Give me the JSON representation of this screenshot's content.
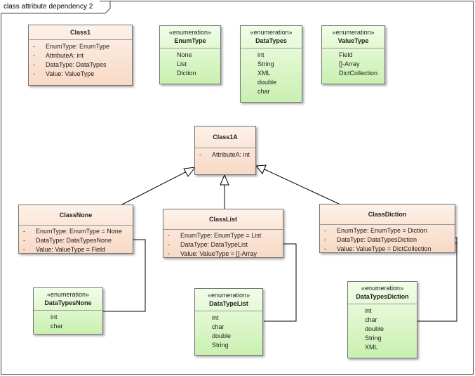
{
  "frame": {
    "title": "class attribute dependency 2"
  },
  "classes": {
    "class1": {
      "name": "Class1",
      "attributes": [
        {
          "vis": "-",
          "text": "EnumType: EnumType"
        },
        {
          "vis": "-",
          "text": "AttributeA: int"
        },
        {
          "vis": "-",
          "text": "DataType: DataTypes"
        },
        {
          "vis": "-",
          "text": "Value: ValueType"
        }
      ]
    },
    "class1a": {
      "name": "Class1A",
      "attributes": [
        {
          "vis": "-",
          "text": "AttributeA: int"
        }
      ]
    },
    "classnone": {
      "name": "ClassNone",
      "attributes": [
        {
          "vis": "-",
          "text": "EnumType: EnumType = None"
        },
        {
          "vis": "-",
          "text": "DataType: DataTypesNone"
        },
        {
          "vis": "-",
          "text": "Value: ValueType = Field"
        }
      ]
    },
    "classlist": {
      "name": "ClassList",
      "attributes": [
        {
          "vis": "-",
          "text": "EnumType: EnumType = List"
        },
        {
          "vis": "-",
          "text": "DataType: DataTypeList"
        },
        {
          "vis": "-",
          "text": "Value: ValueType = []-Array"
        }
      ]
    },
    "classdiction": {
      "name": "ClassDiction",
      "attributes": [
        {
          "vis": "-",
          "text": "EnumType: EnumType = Diction"
        },
        {
          "vis": "-",
          "text": "DataType: DataTypesDiction"
        },
        {
          "vis": "-",
          "text": "Value: ValueType = DictCollection"
        }
      ]
    }
  },
  "enums": {
    "enumtype": {
      "stereotype": "«enumeration»",
      "name": "EnumType",
      "literals": [
        "None",
        "List",
        "Diction"
      ]
    },
    "datatypes": {
      "stereotype": "«enumeration»",
      "name": "DataTypes",
      "literals": [
        "int",
        "String",
        "XML",
        "double",
        "char"
      ]
    },
    "valuetype": {
      "stereotype": "«enumeration»",
      "name": "ValueType",
      "literals": [
        "Field",
        "[]-Array",
        "DictCollection"
      ]
    },
    "datatypesnone": {
      "stereotype": "«enumeration»",
      "name": "DataTypesNone",
      "literals": [
        "int",
        "char"
      ]
    },
    "datatypelist": {
      "stereotype": "«enumeration»",
      "name": "DataTypeList",
      "literals": [
        "int",
        "char",
        "double",
        "String"
      ]
    },
    "datatypesdiction": {
      "stereotype": "«enumeration»",
      "name": "DataTypesDiction",
      "literals": [
        "int",
        "char",
        "double",
        "String",
        "XML"
      ]
    }
  },
  "relations": [
    {
      "type": "generalization",
      "from": "classnone",
      "to": "class1a"
    },
    {
      "type": "generalization",
      "from": "classlist",
      "to": "class1a"
    },
    {
      "type": "generalization",
      "from": "classdiction",
      "to": "class1a"
    },
    {
      "type": "attribute-dependency",
      "from": "classnone",
      "to": "datatypesnone"
    },
    {
      "type": "attribute-dependency",
      "from": "classlist",
      "to": "datatypelist"
    },
    {
      "type": "attribute-dependency",
      "from": "classdiction",
      "to": "datatypesdiction"
    }
  ],
  "colors": {
    "class_fill": "#f8d9c5",
    "enum_fill": "#c9f0b0",
    "line": "#000000"
  }
}
